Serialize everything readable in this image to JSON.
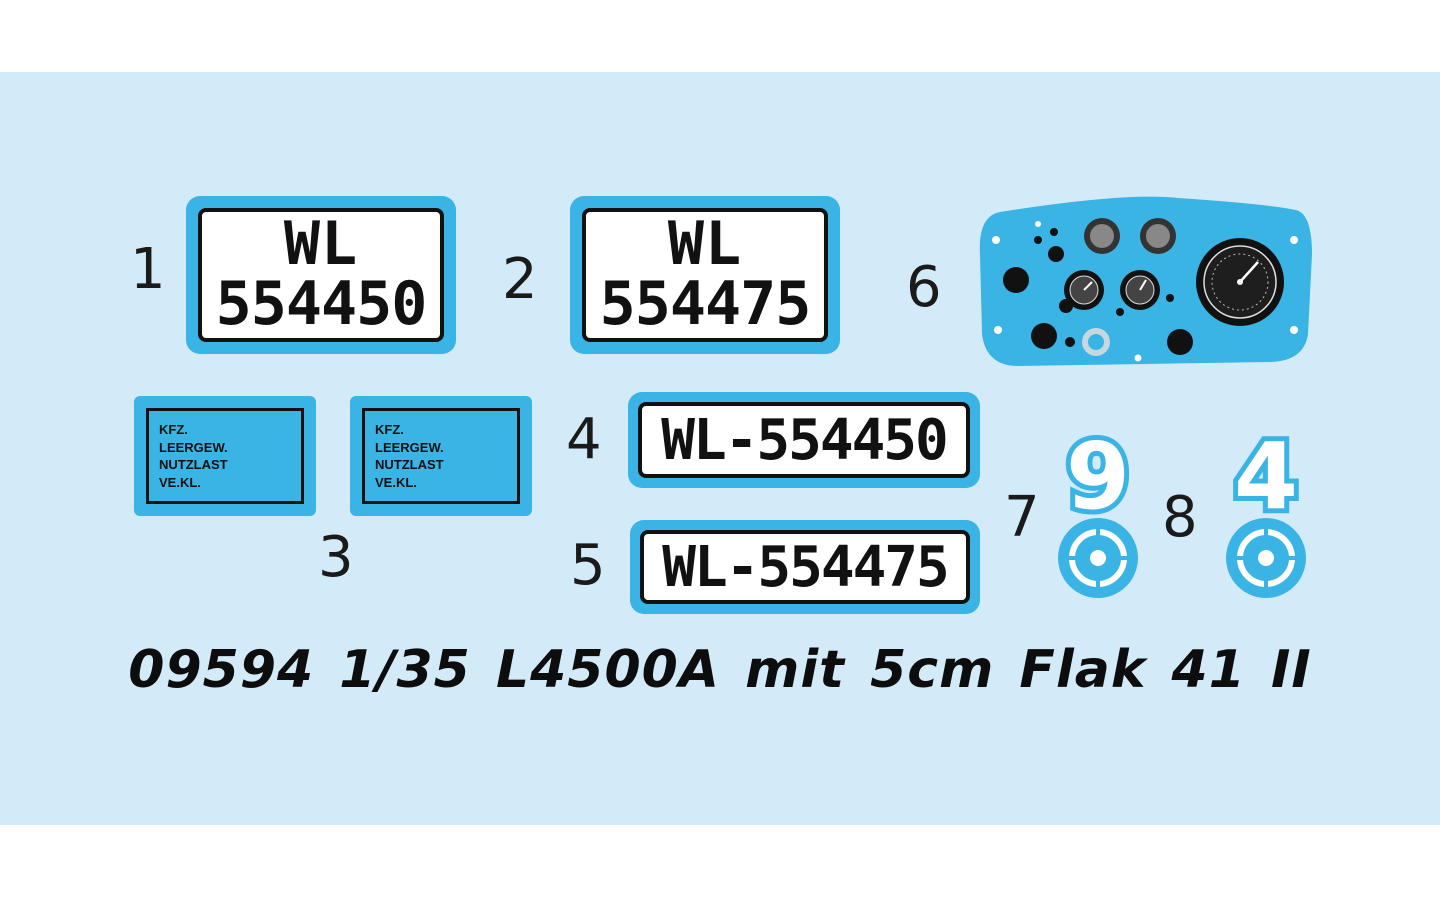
{
  "decals": {
    "d1": {
      "number": "1",
      "line1": "WL",
      "line2": "554450"
    },
    "d2": {
      "number": "2",
      "line1": "WL",
      "line2": "554475"
    },
    "d3": {
      "number": "3",
      "lines": [
        "KFZ.",
        "LEERGEW.",
        "NUTZLAST",
        "VE.KL."
      ]
    },
    "d4": {
      "number": "4",
      "text": "WL-554450"
    },
    "d5": {
      "number": "5",
      "text": "WL-554475"
    },
    "d6": {
      "number": "6"
    },
    "d7": {
      "number": "7",
      "digit": "9"
    },
    "d8": {
      "number": "8",
      "digit": "4"
    }
  },
  "caption": "09594 1/35 L4500A mit 5cm Flak 41 II",
  "colors": {
    "background": "#d3ebf8",
    "decal_blue": "#3ab3e5",
    "ink": "#111111"
  }
}
